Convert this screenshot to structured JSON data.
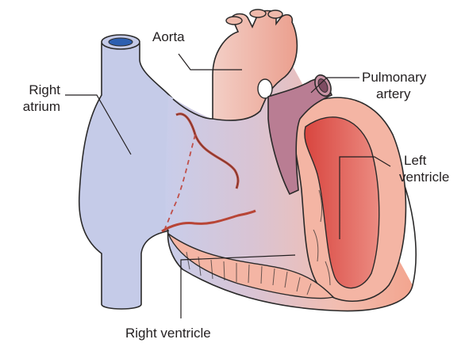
{
  "labels": {
    "aorta": "Aorta",
    "right_atrium": [
      "Right",
      "atrium"
    ],
    "pulmonary_artery": [
      "Pulmonary",
      "artery"
    ],
    "left_ventricle": [
      "Left",
      "ventricle"
    ],
    "right_ventricle": "Right ventricle"
  },
  "colors": {
    "vena_cava": "#c5cbe8",
    "vessel_opening": "#2d5fb0",
    "aorta_light": "#f2c9c0",
    "aorta_dark": "#e8907f",
    "pulmonary_artery": "#b97d93",
    "myocardium": "#f4b5a4",
    "ventricle_cavity": "#d9534a",
    "coronary_vessel": "#b84536",
    "outline": "#2b2a2a"
  }
}
